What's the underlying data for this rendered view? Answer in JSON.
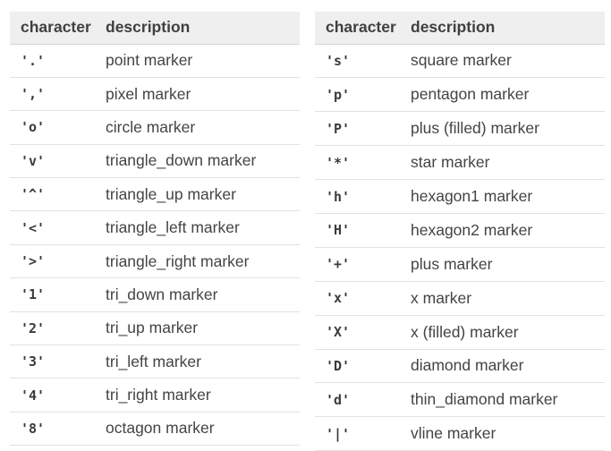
{
  "left_table": {
    "headers": {
      "character": "character",
      "description": "description"
    },
    "rows": [
      {
        "character": "'.'",
        "description": "point marker"
      },
      {
        "character": "','",
        "description": "pixel marker"
      },
      {
        "character": "'o'",
        "description": "circle marker"
      },
      {
        "character": "'v'",
        "description": "triangle_down marker"
      },
      {
        "character": "'^'",
        "description": "triangle_up marker"
      },
      {
        "character": "'<'",
        "description": "triangle_left marker"
      },
      {
        "character": "'>'",
        "description": "triangle_right marker"
      },
      {
        "character": "'1'",
        "description": "tri_down marker"
      },
      {
        "character": "'2'",
        "description": "tri_up marker"
      },
      {
        "character": "'3'",
        "description": "tri_left marker"
      },
      {
        "character": "'4'",
        "description": "tri_right marker"
      },
      {
        "character": "'8'",
        "description": "octagon marker"
      }
    ]
  },
  "right_table": {
    "headers": {
      "character": "character",
      "description": "description"
    },
    "rows": [
      {
        "character": "'s'",
        "description": "square marker"
      },
      {
        "character": "'p'",
        "description": "pentagon marker"
      },
      {
        "character": "'P'",
        "description": "plus (filled) marker"
      },
      {
        "character": "'*'",
        "description": "star marker"
      },
      {
        "character": "'h'",
        "description": "hexagon1 marker"
      },
      {
        "character": "'H'",
        "description": "hexagon2 marker"
      },
      {
        "character": "'+'",
        "description": "plus marker"
      },
      {
        "character": "'x'",
        "description": "x marker"
      },
      {
        "character": "'X'",
        "description": "x (filled) marker"
      },
      {
        "character": "'D'",
        "description": "diamond marker"
      },
      {
        "character": "'d'",
        "description": "thin_diamond marker"
      },
      {
        "character": "'|'",
        "description": "vline marker"
      }
    ]
  }
}
